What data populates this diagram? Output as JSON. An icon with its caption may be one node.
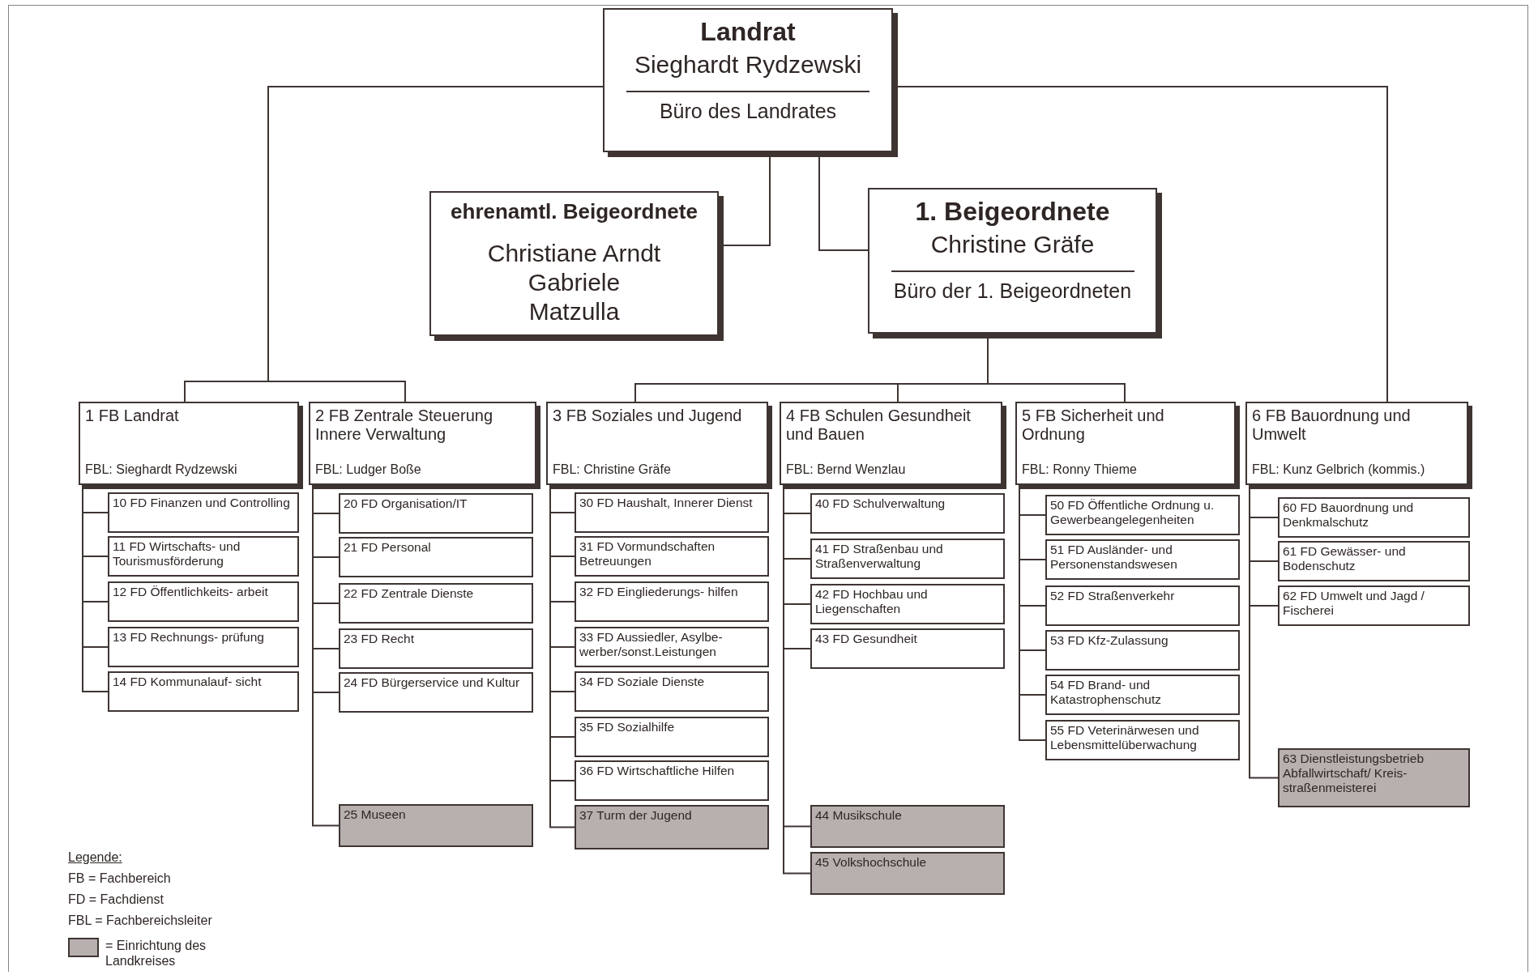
{
  "diagram": {
    "nodes": [
      {
        "text": [
          "Landrat",
          "Sieghardt Rydzewski",
          "Büro des Landrates"
        ]
      },
      {
        "text": [
          "ehrenamtl. Beigeordnete",
          "Christiane Arndt Gabriele Matzulla"
        ]
      },
      {
        "text": [
          "1. Beigeordnete",
          "Christine Gräfe",
          "Büro der 1. Beigeordneten"
        ]
      },
      {
        "text": [
          "1 FB Landrat",
          "FBL: Sieghardt Rydzewski"
        ]
      },
      {
        "text": [
          "2 FB Zentrale Steuerung Innere Verwaltung",
          "FBL: Ludger Boße"
        ]
      },
      {
        "text": [
          "3 FB Soziales und Jugend",
          "FBL: Christine Gräfe"
        ]
      },
      {
        "text": [
          "4 FB Schulen Gesundheit und Bauen",
          "FBL: Bernd Wenzlau"
        ]
      },
      {
        "text": [
          "5 FB Sicherheit und Ordnung",
          "FBL: Ronny Thieme"
        ]
      },
      {
        "text": [
          "6 FB Bauordnung und Umwelt",
          "FBL: Kunz Gelbrich (kommis.)"
        ]
      },
      {
        "text": [
          "10 FD Finanzen und Controlling"
        ]
      },
      {
        "text": [
          "11 FD Wirtschafts- und Tourismusförderung"
        ]
      },
      {
        "text": [
          "12 FD Öffentlichkeits- arbeit"
        ]
      },
      {
        "text": [
          "13 FD Rechnungs- prüfung"
        ]
      },
      {
        "text": [
          "14 FD Kommunalauf- sicht"
        ]
      },
      {
        "text": [
          "20 FD Organisation/IT"
        ]
      },
      {
        "text": [
          "21 FD Personal"
        ]
      },
      {
        "text": [
          "22 FD Zentrale Dienste"
        ]
      },
      {
        "text": [
          "23 FD Recht"
        ]
      },
      {
        "text": [
          "24 FD Bürgerservice und Kultur"
        ]
      },
      {
        "text": [
          "25 Museen"
        ]
      },
      {
        "text": [
          "30 FD Haushalt, Innerer Dienst"
        ]
      },
      {
        "text": [
          "31 FD Vormundschaften Betreuungen"
        ]
      },
      {
        "text": [
          "32 FD Eingliederungs- hilfen"
        ]
      },
      {
        "text": [
          "33 FD Aussiedler, Asylbe- werber/sonst.Leistungen"
        ]
      },
      {
        "text": [
          "34 FD Soziale Dienste"
        ]
      },
      {
        "text": [
          "35 FD Sozialhilfe"
        ]
      },
      {
        "text": [
          "36 FD Wirtschaftliche Hilfen"
        ]
      },
      {
        "text": [
          "37 Turm der Jugend"
        ]
      },
      {
        "text": [
          "40 FD Schulverwaltung"
        ]
      },
      {
        "text": [
          "41 FD Straßenbau und Straßenverwaltung"
        ]
      },
      {
        "text": [
          "42 FD Hochbau und Liegenschaften"
        ]
      },
      {
        "text": [
          "43 FD Gesundheit"
        ]
      },
      {
        "text": [
          "44 Musikschule"
        ]
      },
      {
        "text": [
          "45 Volkshochschule"
        ]
      },
      {
        "text": [
          "50 FD Öffentliche Ordnung u. Gewerbeangelegenheiten"
        ]
      },
      {
        "text": [
          "51 FD Ausländer- und Personenstandswesen"
        ]
      },
      {
        "text": [
          "52 FD Straßenverkehr"
        ]
      },
      {
        "text": [
          "53 FD Kfz-Zulassung"
        ]
      },
      {
        "text": [
          "54 FD Brand- und Katastrophenschutz"
        ]
      },
      {
        "text": [
          "55 FD Veterinärwesen und Lebensmittelüberwachung"
        ]
      },
      {
        "text": [
          "60 FD Bauordnung und Denkmalschutz"
        ]
      },
      {
        "text": [
          "61 FD Gewässer- und Bodenschutz"
        ]
      },
      {
        "text": [
          "62 FD Umwelt und Jagd / Fischerei"
        ]
      },
      {
        "text": [
          "63 Dienstleistungsbetrieb Abfallwirtschaft/ Kreis- straßenmeisterei"
        ]
      }
    ],
    "edges": [
      {
        "from": 0,
        "to": 1,
        "arrow": "none"
      },
      {
        "from": 0,
        "to": 2,
        "arrow": "none"
      },
      {
        "from": 0,
        "to": 3,
        "arrow": "none"
      },
      {
        "from": 0,
        "to": 4,
        "arrow": "none"
      },
      {
        "from": 0,
        "to": 8,
        "arrow": "none"
      },
      {
        "from": 2,
        "to": 5,
        "arrow": "none"
      },
      {
        "from": 2,
        "to": 6,
        "arrow": "none"
      },
      {
        "from": 2,
        "to": 7,
        "arrow": "none"
      },
      {
        "from": 3,
        "to": 9,
        "arrow": "none"
      },
      {
        "from": 3,
        "to": 10,
        "arrow": "none"
      },
      {
        "from": 3,
        "to": 11,
        "arrow": "none"
      },
      {
        "from": 3,
        "to": 12,
        "arrow": "none"
      },
      {
        "from": 3,
        "to": 13,
        "arrow": "none"
      },
      {
        "from": 4,
        "to": 14,
        "arrow": "none"
      },
      {
        "from": 4,
        "to": 15,
        "arrow": "none"
      },
      {
        "from": 4,
        "to": 16,
        "arrow": "none"
      },
      {
        "from": 4,
        "to": 17,
        "arrow": "none"
      },
      {
        "from": 4,
        "to": 18,
        "arrow": "none"
      },
      {
        "from": 4,
        "to": 19,
        "arrow": "none"
      },
      {
        "from": 5,
        "to": 20,
        "arrow": "none"
      },
      {
        "from": 5,
        "to": 21,
        "arrow": "none"
      },
      {
        "from": 5,
        "to": 22,
        "arrow": "none"
      },
      {
        "from": 5,
        "to": 23,
        "arrow": "none"
      },
      {
        "from": 5,
        "to": 24,
        "arrow": "none"
      },
      {
        "from": 5,
        "to": 25,
        "arrow": "none"
      },
      {
        "from": 5,
        "to": 26,
        "arrow": "none"
      },
      {
        "from": 5,
        "to": 27,
        "arrow": "none"
      },
      {
        "from": 6,
        "to": 28,
        "arrow": "none"
      },
      {
        "from": 6,
        "to": 29,
        "arrow": "none"
      },
      {
        "from": 6,
        "to": 30,
        "arrow": "none"
      },
      {
        "from": 6,
        "to": 31,
        "arrow": "none"
      },
      {
        "from": 6,
        "to": 32,
        "arrow": "none"
      },
      {
        "from": 6,
        "to": 33,
        "arrow": "none"
      },
      {
        "from": 7,
        "to": 34,
        "arrow": "none"
      },
      {
        "from": 7,
        "to": 35,
        "arrow": "none"
      },
      {
        "from": 7,
        "to": 36,
        "arrow": "none"
      },
      {
        "from": 7,
        "to": 37,
        "arrow": "none"
      },
      {
        "from": 7,
        "to": 38,
        "arrow": "none"
      },
      {
        "from": 7,
        "to": 39,
        "arrow": "none"
      },
      {
        "from": 8,
        "to": 40,
        "arrow": "none"
      },
      {
        "from": 8,
        "to": 41,
        "arrow": "none"
      },
      {
        "from": 8,
        "to": 42,
        "arrow": "none"
      },
      {
        "from": 8,
        "to": 43,
        "arrow": "none"
      }
    ],
    "labels": [
      "Legende:",
      "FB = Fachbereich",
      "FD = Fachdienst",
      "FBL = Fachbereichsleiter"
    ],
    "legend": [
      {
        "text": "= Einrichtung des Landkreises",
        "color": "#b8b0ae"
      }
    ]
  }
}
